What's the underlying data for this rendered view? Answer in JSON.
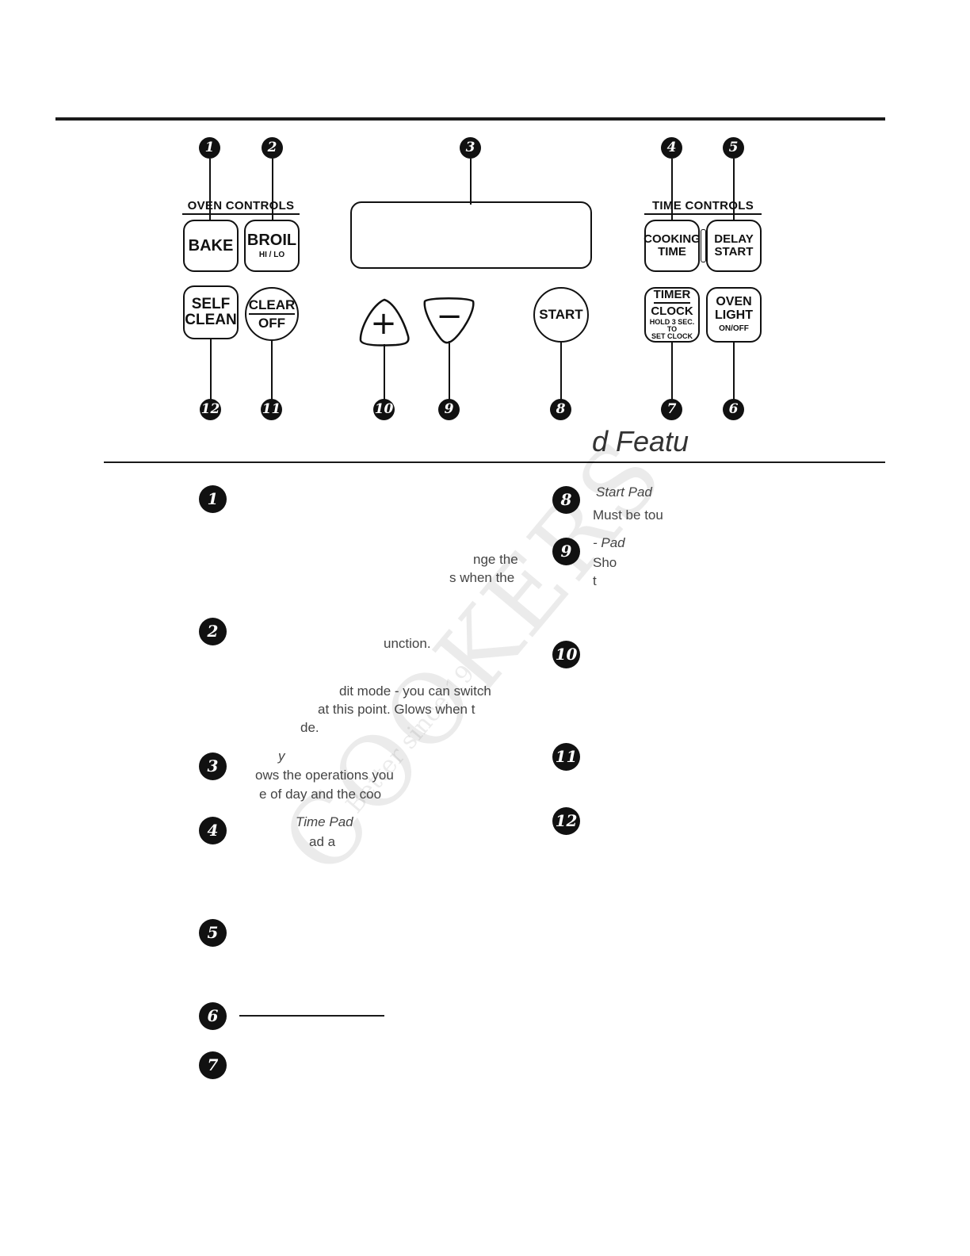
{
  "panel": {
    "oven_controls_label": "OVEN CONTROLS",
    "time_controls_label": "TIME CONTROLS",
    "bake": "BAKE",
    "broil": "BROIL",
    "broil_sub": "HI / LO",
    "self": "SELF",
    "clean": "CLEAN",
    "clear": "CLEAR",
    "off": "OFF",
    "start": "START",
    "plus": "+",
    "minus": "−",
    "cooking": "COOKING",
    "cooking_time": "TIME",
    "delay": "DELAY",
    "delay_start": "START",
    "timer": "TIMER",
    "clock": "CLOCK",
    "clock_sub1": "HOLD 3 SEC. TO",
    "clock_sub2": "SET CLOCK",
    "oven": "OVEN",
    "light": "LIGHT",
    "light_sub": "ON/OFF"
  },
  "callouts": {
    "c1": "1",
    "c2": "2",
    "c3": "3",
    "c4": "4",
    "c5": "5",
    "c6": "6",
    "c7": "7",
    "c8": "8",
    "c9": "9",
    "c10": "10",
    "c11": "11",
    "c12": "12"
  },
  "heading": "d Featu",
  "watermark": {
    "main": "COOKERS",
    "sub": "Better since 19"
  },
  "fragments": {
    "f1a": "nge the",
    "f1b": "s when the",
    "f2a": "unction.",
    "f2b": "dit mode - you can switch",
    "f2c": "at this point. Glows when t",
    "f2d": "de.",
    "f3a": "y",
    "f3b": "ows the operations you",
    "f3c": "e of day and the coo",
    "f4a": "Time Pad",
    "f4b": "ad a",
    "f8a": "Start Pad",
    "f8b": "Must be tou",
    "f9a": "- Pad",
    "f9b": "Sho",
    "f9c": "t"
  }
}
